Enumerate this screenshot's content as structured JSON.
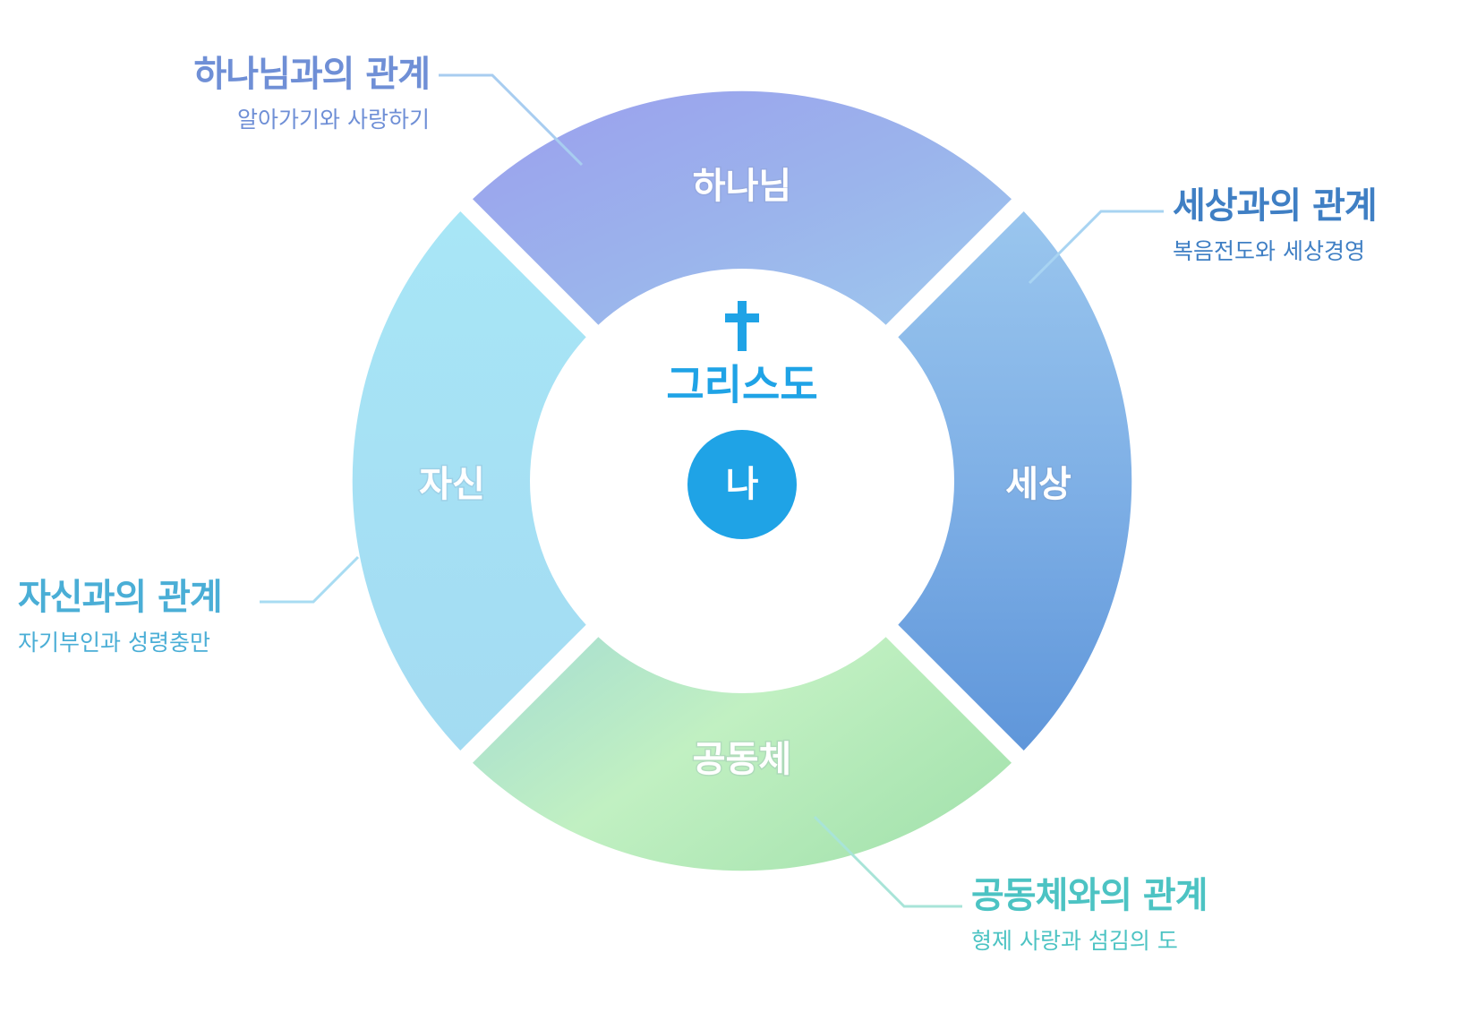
{
  "center": {
    "top_word": "그리스도",
    "me_label": "나"
  },
  "segments": [
    {
      "id": "god",
      "label": "하나님"
    },
    {
      "id": "world",
      "label": "세상"
    },
    {
      "id": "community",
      "label": "공동체"
    },
    {
      "id": "self",
      "label": "자신"
    }
  ],
  "callouts": {
    "god": {
      "title": "하나님과의 관계",
      "subtitle": "알아가기와 사랑하기",
      "color": "#6f8fd6"
    },
    "world": {
      "title": "세상과의 관계",
      "subtitle": "복음전도와 세상경영",
      "color": "#3f7fc4"
    },
    "self": {
      "title": "자신과의 관계",
      "subtitle": "자기부인과 성령충만",
      "color": "#4aaed6"
    },
    "community": {
      "title": "공동체와의 관계",
      "subtitle": "형제 사랑과 섬김의 도",
      "color": "#4cc3c3"
    }
  },
  "colors": {
    "god_start": "#9b9fee",
    "god_end": "#9ec9ee",
    "world_start": "#9ac6ee",
    "world_end": "#5f96da",
    "community_start": "#a4dcd2",
    "community_end": "#c8f5ab",
    "self_start": "#a8e6f6",
    "self_end": "#a3dbf2",
    "center_text": "#1fa3e6",
    "me_circle": "#1fa3e6",
    "cross": "#1fa3e6"
  }
}
